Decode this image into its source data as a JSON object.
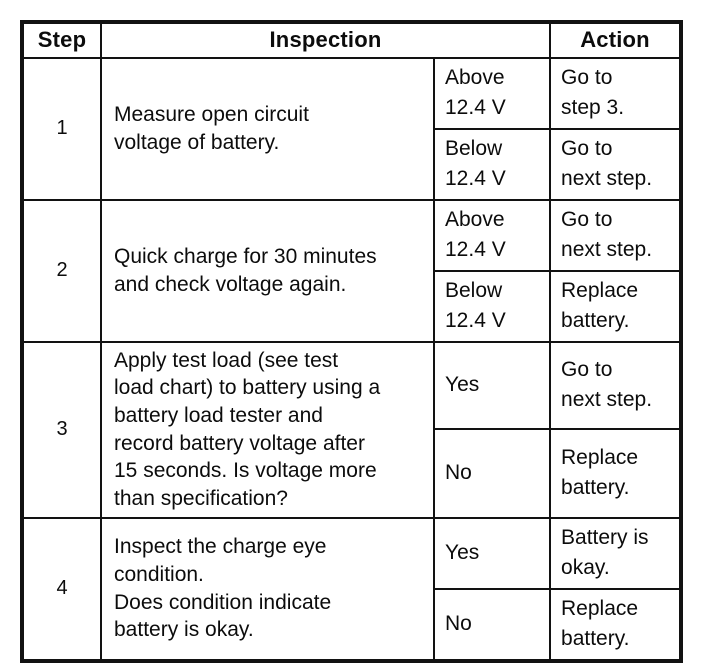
{
  "table": {
    "headers": {
      "step": "Step",
      "inspection": "Inspection",
      "action": "Action"
    },
    "steps": [
      {
        "number": "1",
        "inspection": "Measure open circuit\nvoltage of battery.",
        "outcomes": [
          {
            "condition": "Above\n12.4 V",
            "action": "Go to\nstep 3."
          },
          {
            "condition": "Below\n12.4 V",
            "action": "Go to\nnext step."
          }
        ]
      },
      {
        "number": "2",
        "inspection": "Quick charge for 30 minutes\nand check voltage again.",
        "outcomes": [
          {
            "condition": "Above\n12.4 V",
            "action": "Go to\nnext step."
          },
          {
            "condition": "Below\n12.4 V",
            "action": "Replace\nbattery."
          }
        ]
      },
      {
        "number": "3",
        "inspection": "Apply test load (see test\nload chart) to battery using a\nbattery load tester and\nrecord battery voltage after\n15 seconds. Is voltage more\nthan specification?",
        "outcomes": [
          {
            "condition": "Yes",
            "action": "Go to\nnext step."
          },
          {
            "condition": "No",
            "action": "Replace\nbattery."
          }
        ]
      },
      {
        "number": "4",
        "inspection": "Inspect the charge eye\ncondition.\nDoes condition indicate\nbattery is okay.",
        "outcomes": [
          {
            "condition": "Yes",
            "action": "Battery is\nokay."
          },
          {
            "condition": "No",
            "action": "Replace\nbattery."
          }
        ]
      }
    ]
  }
}
